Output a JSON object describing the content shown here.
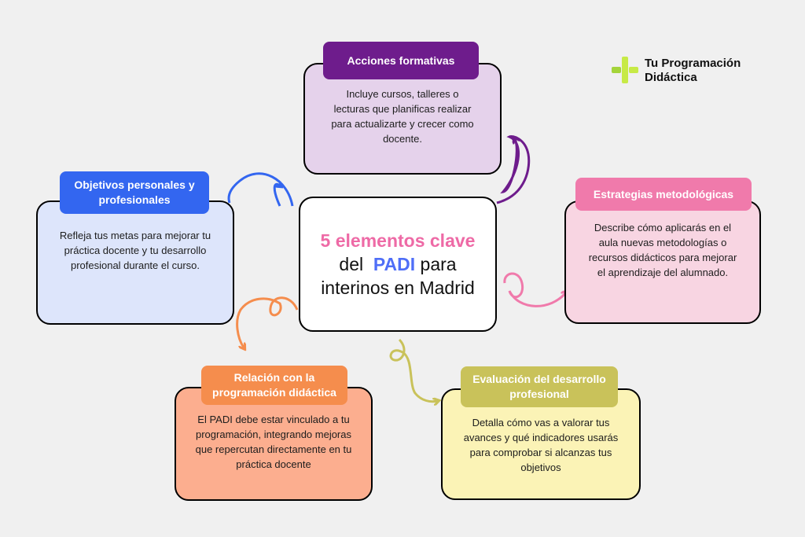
{
  "center": {
    "line1": "5 elementos clave",
    "line2_prefix": "del",
    "line2_highlight": "PADI",
    "line2_suffix": "para",
    "line3": "interinos en Madrid"
  },
  "logo": {
    "line1": "Tu Programación",
    "line2": "Didáctica",
    "icon": "plus-cross-icon",
    "colors": [
      "#c7ea46",
      "#a4d43a"
    ]
  },
  "nodes": {
    "acciones": {
      "title": "Acciones formativas",
      "body": "Incluye cursos, talleres o lecturas que planificas realizar para actualizarte y crecer como docente.",
      "tag_color": "#6e1c8c",
      "fill_color": "#e5d2eb"
    },
    "objetivos": {
      "title": "Objetivos personales y profesionales",
      "body": "Refleja tus metas para mejorar tu práctica docente y tu desarrollo profesional durante el curso.",
      "tag_color": "#3366f0",
      "fill_color": "#dde5fb"
    },
    "estrategias": {
      "title": "Estrategias metodológicas",
      "body": "Describe cómo aplicarás en el aula nuevas metodologías o recursos didácticos para mejorar el aprendizaje del alumnado.",
      "tag_color": "#f07aab",
      "fill_color": "#f8d5e2"
    },
    "relacion": {
      "title": "Relación con la programación didáctica",
      "body": "El PADI debe estar vinculado a tu programación, integrando mejoras que repercutan directamente en tu práctica docente",
      "tag_color": "#f58d4d",
      "fill_color": "#fcae8f"
    },
    "evaluacion": {
      "title": "Evaluación del desarrollo profesional",
      "body": "Detalla cómo vas a valorar tus avances y qué indicadores usarás para comprobar si alcanzas tus objetivos",
      "tag_color": "#c9c25a",
      "fill_color": "#fbf3b6"
    }
  }
}
